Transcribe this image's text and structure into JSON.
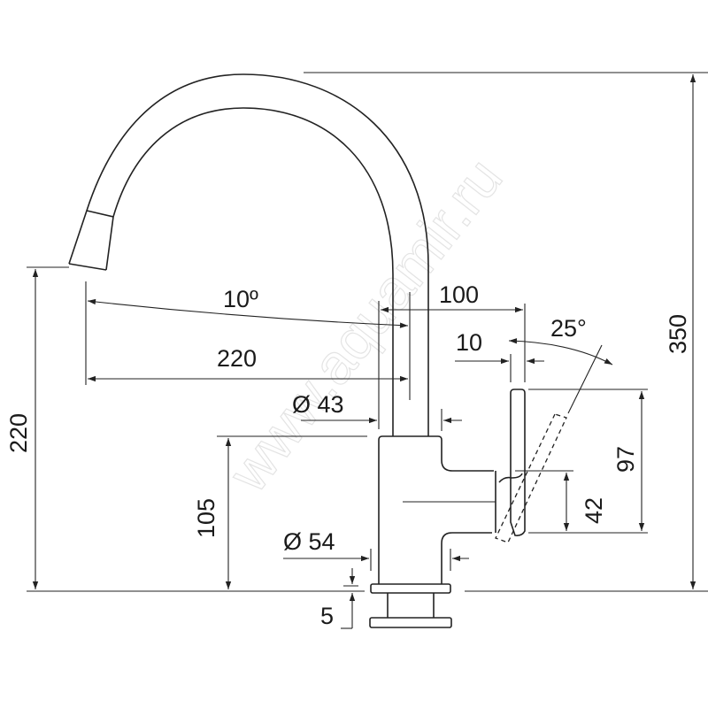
{
  "watermark": "www.aquamir.ru",
  "dimensions": {
    "total_height": "350",
    "spout_height": "220",
    "spout_reach": "220",
    "spout_angle": "10º",
    "handle_offset": "100",
    "handle_gap": "10",
    "handle_angle": "25°",
    "pipe_diameter": "Ø 43",
    "body_height": "105",
    "base_diameter": "Ø 54",
    "base_thickness": "5",
    "handle_height": "97",
    "handle_lower": "42"
  },
  "colors": {
    "line": "#222222",
    "background": "#ffffff"
  }
}
